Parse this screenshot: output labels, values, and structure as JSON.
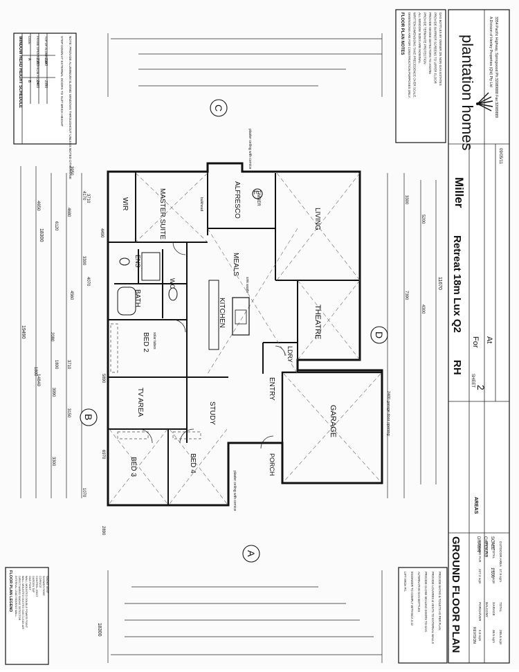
{
  "title_block": {
    "company_name": "plantation homes",
    "company_sub": "A Division of Henley Properties (Qld) Pty Ltd",
    "company_addr": "3354 Pacific Highway, Springwood Ph:32089888 Fax:32089889",
    "drawing_title": "GROUND FLOOR PLAN",
    "sheet_label": "SHEET",
    "sheet_no": "2",
    "orientation": "RH",
    "model": "Retreat 18m Lux Q2",
    "client_prefix": "For",
    "client": "Miller",
    "site_prefix": "At",
    "date": "09/05/11",
    "scale_label": "SCALE",
    "scale": "1:100",
    "drawn_label": "DRAWN",
    "checked_label": "CHECKED",
    "areas_label": "AREAS",
    "areas": [
      {
        "label": "GROUND FLR",
        "value": "227.2 sqm"
      },
      {
        "label": "FIRST FLR",
        "value": ""
      },
      {
        "label": "SUB-TOTAL",
        "value": "227.2 sqm"
      },
      {
        "label": "OUTDOOR AREA",
        "value": "17.9 sqm"
      },
      {
        "label": "PORCH/VER",
        "value": "4.0 sqm"
      },
      {
        "label": "BALCONY",
        "value": ""
      },
      {
        "label": "GARAGE",
        "value": "36.5 sqm"
      },
      {
        "label": "TOTAL",
        "value": "285.6 sqm"
      }
    ],
    "revision_label": "REVISION"
  },
  "window_schedule": {
    "title": "WINDOW HEAD HEIGHT SCHEDULE",
    "headers": [
      "CODE",
      "FRAME OPENING HT FROM FLOOR",
      "TOP OF ALUMINIUM"
    ],
    "rows": [
      [
        "A",
        "2150",
        "2100"
      ],
      [
        "B",
        "2400",
        "2350"
      ]
    ],
    "note1": "STEP DOWN AT EXTERNAL DOORS TO SUIT BRICK HEIGHT",
    "note2": "NOTE: PROVIDE ALUMINIUM SLIDING WINDOWS THROUGHOUT UNLESS NOTED OTHERWISE"
  },
  "plan_notes": {
    "title": "FLOOR PLAN NOTES",
    "lines": [
      "DIMENSIONS ARE FOR CONSTRUCTION PURPOSES ONLY.",
      "WRITTEN DIMENSIONS TAKE PRECEDENCE OVER SCALE.",
      "ALL WINDOW SIZES ARE NOMINAL.",
      "PROVIDE TERMINITE PROTECTION",
      "PROVIDE SMOKE DETECTORS TO AS3786",
      "PROVIDE BARRIER SCREENS TO UPPER FLOOR",
      "GAS BOTTLES BY OWNER ON NON-GAS ESTATES"
    ]
  },
  "legend": {
    "title": "FLOOR PLAN LEGEND",
    "items": [
      "INTERNAL LOAD BEARING WALL",
      "DIRECT WIRED SMOKE DETECTOR",
      "WALL MOUNTED DUCTED GAS CLEAN AIR",
      "WALL MOUNTED DOUBLE POWER POINT",
      "GAS POINT",
      "GARDEN TAP",
      "CONTROL JOINT",
      "CORNICE",
      "SHOWER ROSE",
      "SMOKE VENT"
    ]
  },
  "left_notes": {
    "lines": [
      "LIFT ARCH P/L",
      "ENGINEER TO COMPLY WITH BCA 3.12",
      "ALTERNATIVE GAS BOTTLES",
      "PROVIDE CLOSE SEALING DOORS TO GAS",
      "PROVIDE LOUVRES & VENTS TO EXTERNAL WALLS",
      "PROVIDE BATHS & TOILETS AS PER PLAN"
    ]
  },
  "rooms": {
    "wir": "WIR",
    "master_suite": "MASTER SUITE",
    "ens": "ENS",
    "wc": "WC",
    "bath": "BATH",
    "bed2": "BED 2",
    "tv_area": "TV AREA",
    "bed3": "BED 3",
    "bed4": "BED 4",
    "study": "STUDY",
    "kitchen": "KITCHEN",
    "meals": "MEALS",
    "alfresco": "ALFRESCO",
    "living": "LIVING",
    "theatre": "THEATRE",
    "ldry": "LDRY",
    "entry": "ENTRY",
    "porch": "PORCH",
    "garage": "GARAGE"
  },
  "plan_labels": {
    "garage_door": "2400 garage door opening",
    "ceiling_note_porch": "plaster ceiling with cornice",
    "ceiling_note_alf": "plaster ceiling with cornice",
    "timber_label": "TIMBER",
    "sink_waste": "sink waste",
    "bulkhead": "bulkhead",
    "solar_tubes": "solar tubes"
  },
  "grid_markers": [
    "A",
    "B",
    "C",
    "D",
    "E"
  ],
  "dims": {
    "top_overall": "18300",
    "top_seg": [
      "1800",
      "6120",
      "4560",
      "3950",
      "4070",
      "3710",
      "4490"
    ],
    "left_overall": "19490",
    "left_seg": [
      "14840",
      "4650"
    ],
    "left_chain": [
      "3300",
      "3990",
      "3150",
      "4680",
      "1070",
      "3300",
      "4170"
    ],
    "right_overall": "11670",
    "right_seg": [
      "5200",
      "7390",
      "3300",
      "4300"
    ],
    "bottom_overall": "18300",
    "bottom_seg": [
      "2890",
      "6970",
      "5890",
      "4810",
      "3710",
      "2080",
      "1800"
    ]
  }
}
